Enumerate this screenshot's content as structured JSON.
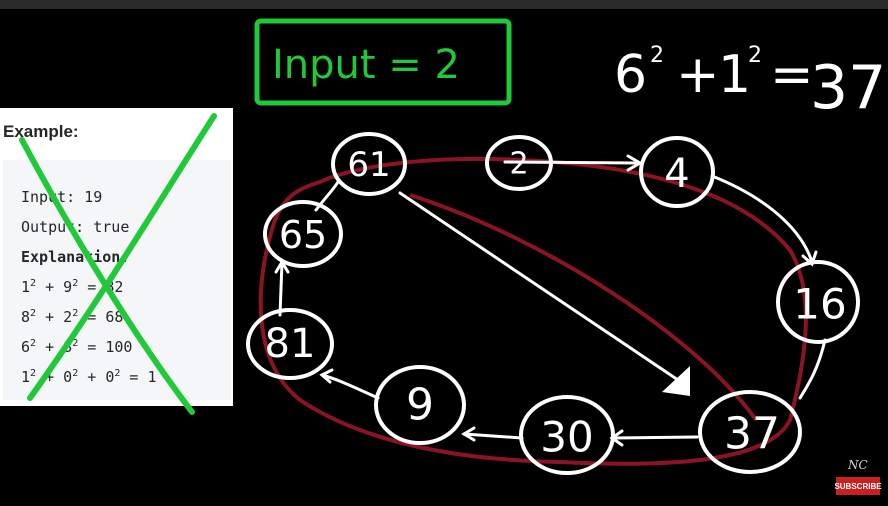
{
  "example": {
    "title": "Example:",
    "input_label": "Input:",
    "input_value": " 19",
    "output_label": "Output:",
    "output_value": " true",
    "explanation_label": "Explanation:",
    "lines": [
      {
        "a": "1",
        "b": "9",
        "result": "82"
      },
      {
        "a": "8",
        "b": "2",
        "result": "68"
      },
      {
        "a": "6",
        "b": "8",
        "result": "100"
      },
      {
        "a": "1",
        "b": "0",
        "c": "0",
        "result": "1"
      }
    ]
  },
  "whiteboard": {
    "input_box_text": "Input = 2",
    "formula": {
      "base1": "6",
      "base2": "1",
      "exp": "2",
      "result": "37"
    },
    "nodes": [
      "2",
      "4",
      "16",
      "37",
      "30",
      "9",
      "81",
      "65",
      "61"
    ],
    "colors": {
      "green": "#21c93a",
      "red": "#8b1424",
      "white": "#ffffff"
    }
  },
  "branding": {
    "subscribe_label": "SUBSCRIBE",
    "logo_text": "NC"
  }
}
